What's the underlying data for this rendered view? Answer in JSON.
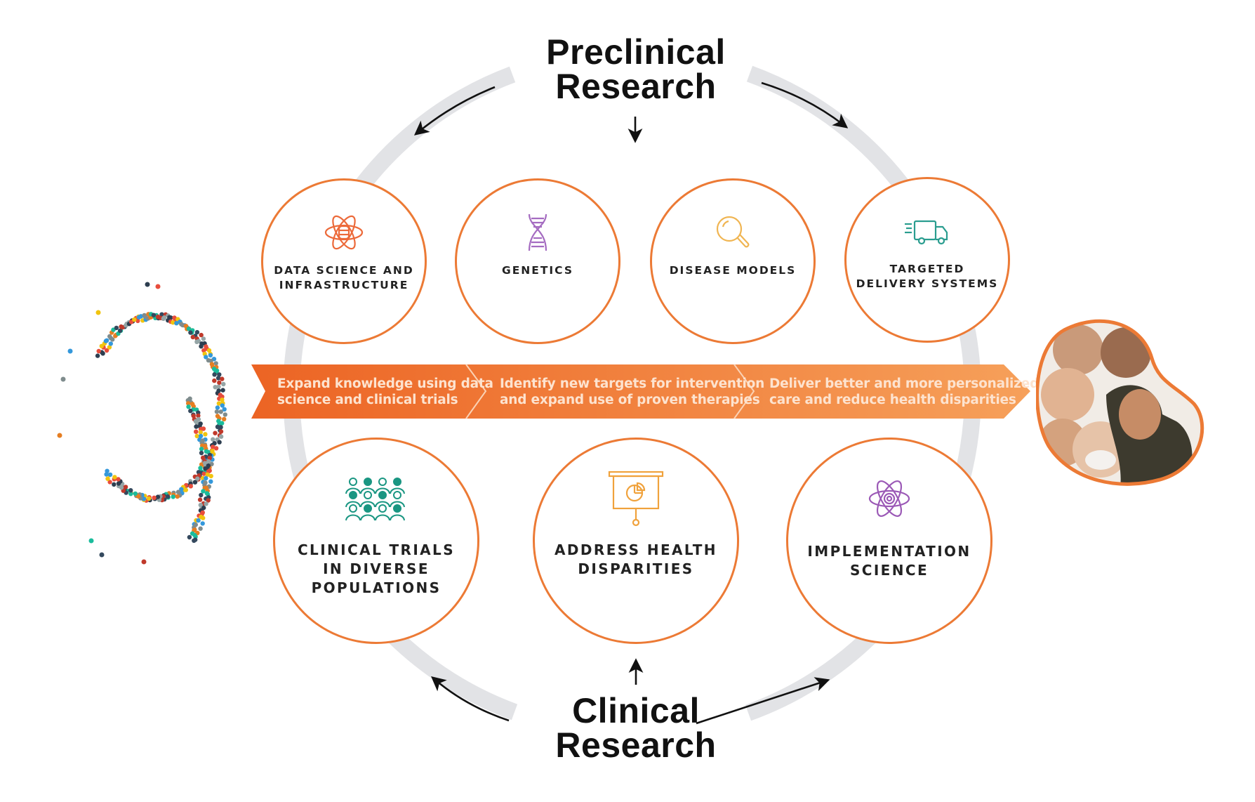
{
  "phases": {
    "preclinical": {
      "line1": "Preclinical",
      "line2": "Research"
    },
    "clinical": {
      "line1": "Clinical",
      "line2": "Research"
    }
  },
  "preclinical_focus_areas": [
    {
      "label_line1": "Data Science and",
      "label_line2": "Infrastructure",
      "icon": "atom-database-icon",
      "icon_color": "#ec6a3a"
    },
    {
      "label_line1": "Genetics",
      "label_line2": "",
      "icon": "dna-icon",
      "icon_color": "#a56cc1"
    },
    {
      "label_line1": "Disease Models",
      "label_line2": "",
      "icon": "magnifier-icon",
      "icon_color": "#f0b552"
    },
    {
      "label_line1": "Targeted",
      "label_line2": "Delivery Systems",
      "icon": "delivery-truck-icon",
      "icon_color": "#2a9d8f"
    }
  ],
  "clinical_focus_areas": [
    {
      "label_line1": "Clinical Trials",
      "label_line2": "in Diverse",
      "label_line3": "Populations",
      "icon": "diverse-people-icon",
      "icon_color": "#1a9682"
    },
    {
      "label_line1": "Address Health",
      "label_line2": "Disparities",
      "label_line3": "",
      "icon": "presentation-chart-icon",
      "icon_color": "#f0a23c"
    },
    {
      "label_line1": "Implementation",
      "label_line2": "Science",
      "label_line3": "",
      "icon": "atom-icon",
      "icon_color": "#9b59b6"
    }
  ],
  "progress_band": [
    {
      "line1": "Expand knowledge using data",
      "line2": "science and clinical trials"
    },
    {
      "line1": "Identify new targets for intervention",
      "line2": "and expand use of proven therapies"
    },
    {
      "line1": "Deliver better and more personalized",
      "line2": "care and reduce health disparities"
    }
  ],
  "images": {
    "left": "crowd-forming-kidney-shape",
    "right": "diverse-people-faces-in-kidney-bean-frame"
  },
  "colors": {
    "accent_orange": "#ec7a35",
    "band_start": "#ec6424",
    "band_end": "#f6a05a",
    "ring_gray": "#e2e3e6",
    "text_dark": "#111111"
  }
}
